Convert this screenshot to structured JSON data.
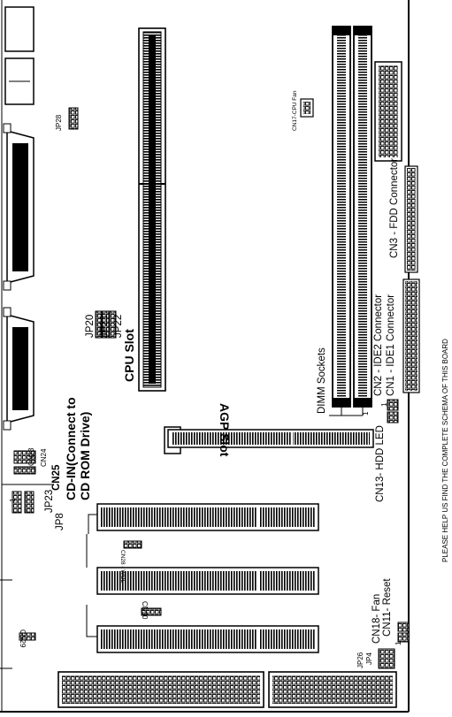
{
  "labels": {
    "cpu_slot": "CPU Slot",
    "agp_slot": "AGP Slot",
    "cd_in": "CD-IN(Connect to",
    "cd_in2": "CD ROM Drive)",
    "cn25": "CN25",
    "cn24": "CN24",
    "cn23": "CN23",
    "jp8": "JP8",
    "jp23": "JP23",
    "jp20": "JP20",
    "jp21": "JP21",
    "jp22": "JP22",
    "jp28": "JP28",
    "jp4": "JP4",
    "jp26": "JP26",
    "cn29": "CN29",
    "cn30": "CN30",
    "cn28_wol": "CN28 - WOL",
    "cn17_cpu_fan": "CN17-CPU Fan",
    "dimm_sockets": "DIMM Sockets",
    "cn3_fdd": "CN3 - FDD Connector",
    "cn2_ide2": "CN2 - IDE2 Connector",
    "cn1_ide1": "CN1 - IDE1 Connector",
    "cn13_hdd": "CN13- HDD LED",
    "cn18_fan": "CN18- Fan",
    "cn11_reset": "CN11- Reset",
    "note": "PLEASE HELP US FIND THE COMPLETE SCHEMA OF THIS BOARD",
    "one_a": "1",
    "one_b": "1",
    "one_c": "1",
    "one_d": "1"
  }
}
